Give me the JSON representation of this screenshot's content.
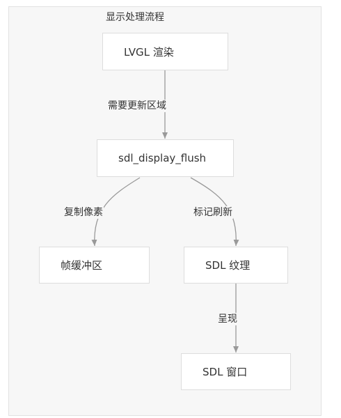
{
  "diagram": {
    "title": "显示处理流程",
    "nodes": {
      "lvgl": "LVGL 渲染",
      "flush": "sdl_display_flush",
      "framebuffer": "帧缓冲区",
      "texture": "SDL 纹理",
      "window": "SDL 窗口"
    },
    "edges": {
      "lvgl_to_flush": "需要更新区域",
      "flush_to_framebuffer": "复制像素",
      "flush_to_texture": "标记刷新",
      "texture_to_window": "呈现"
    },
    "colors": {
      "background": "#f7f7f7",
      "node_fill": "#ffffff",
      "node_border": "#dddddd",
      "edge": "#999999"
    }
  }
}
